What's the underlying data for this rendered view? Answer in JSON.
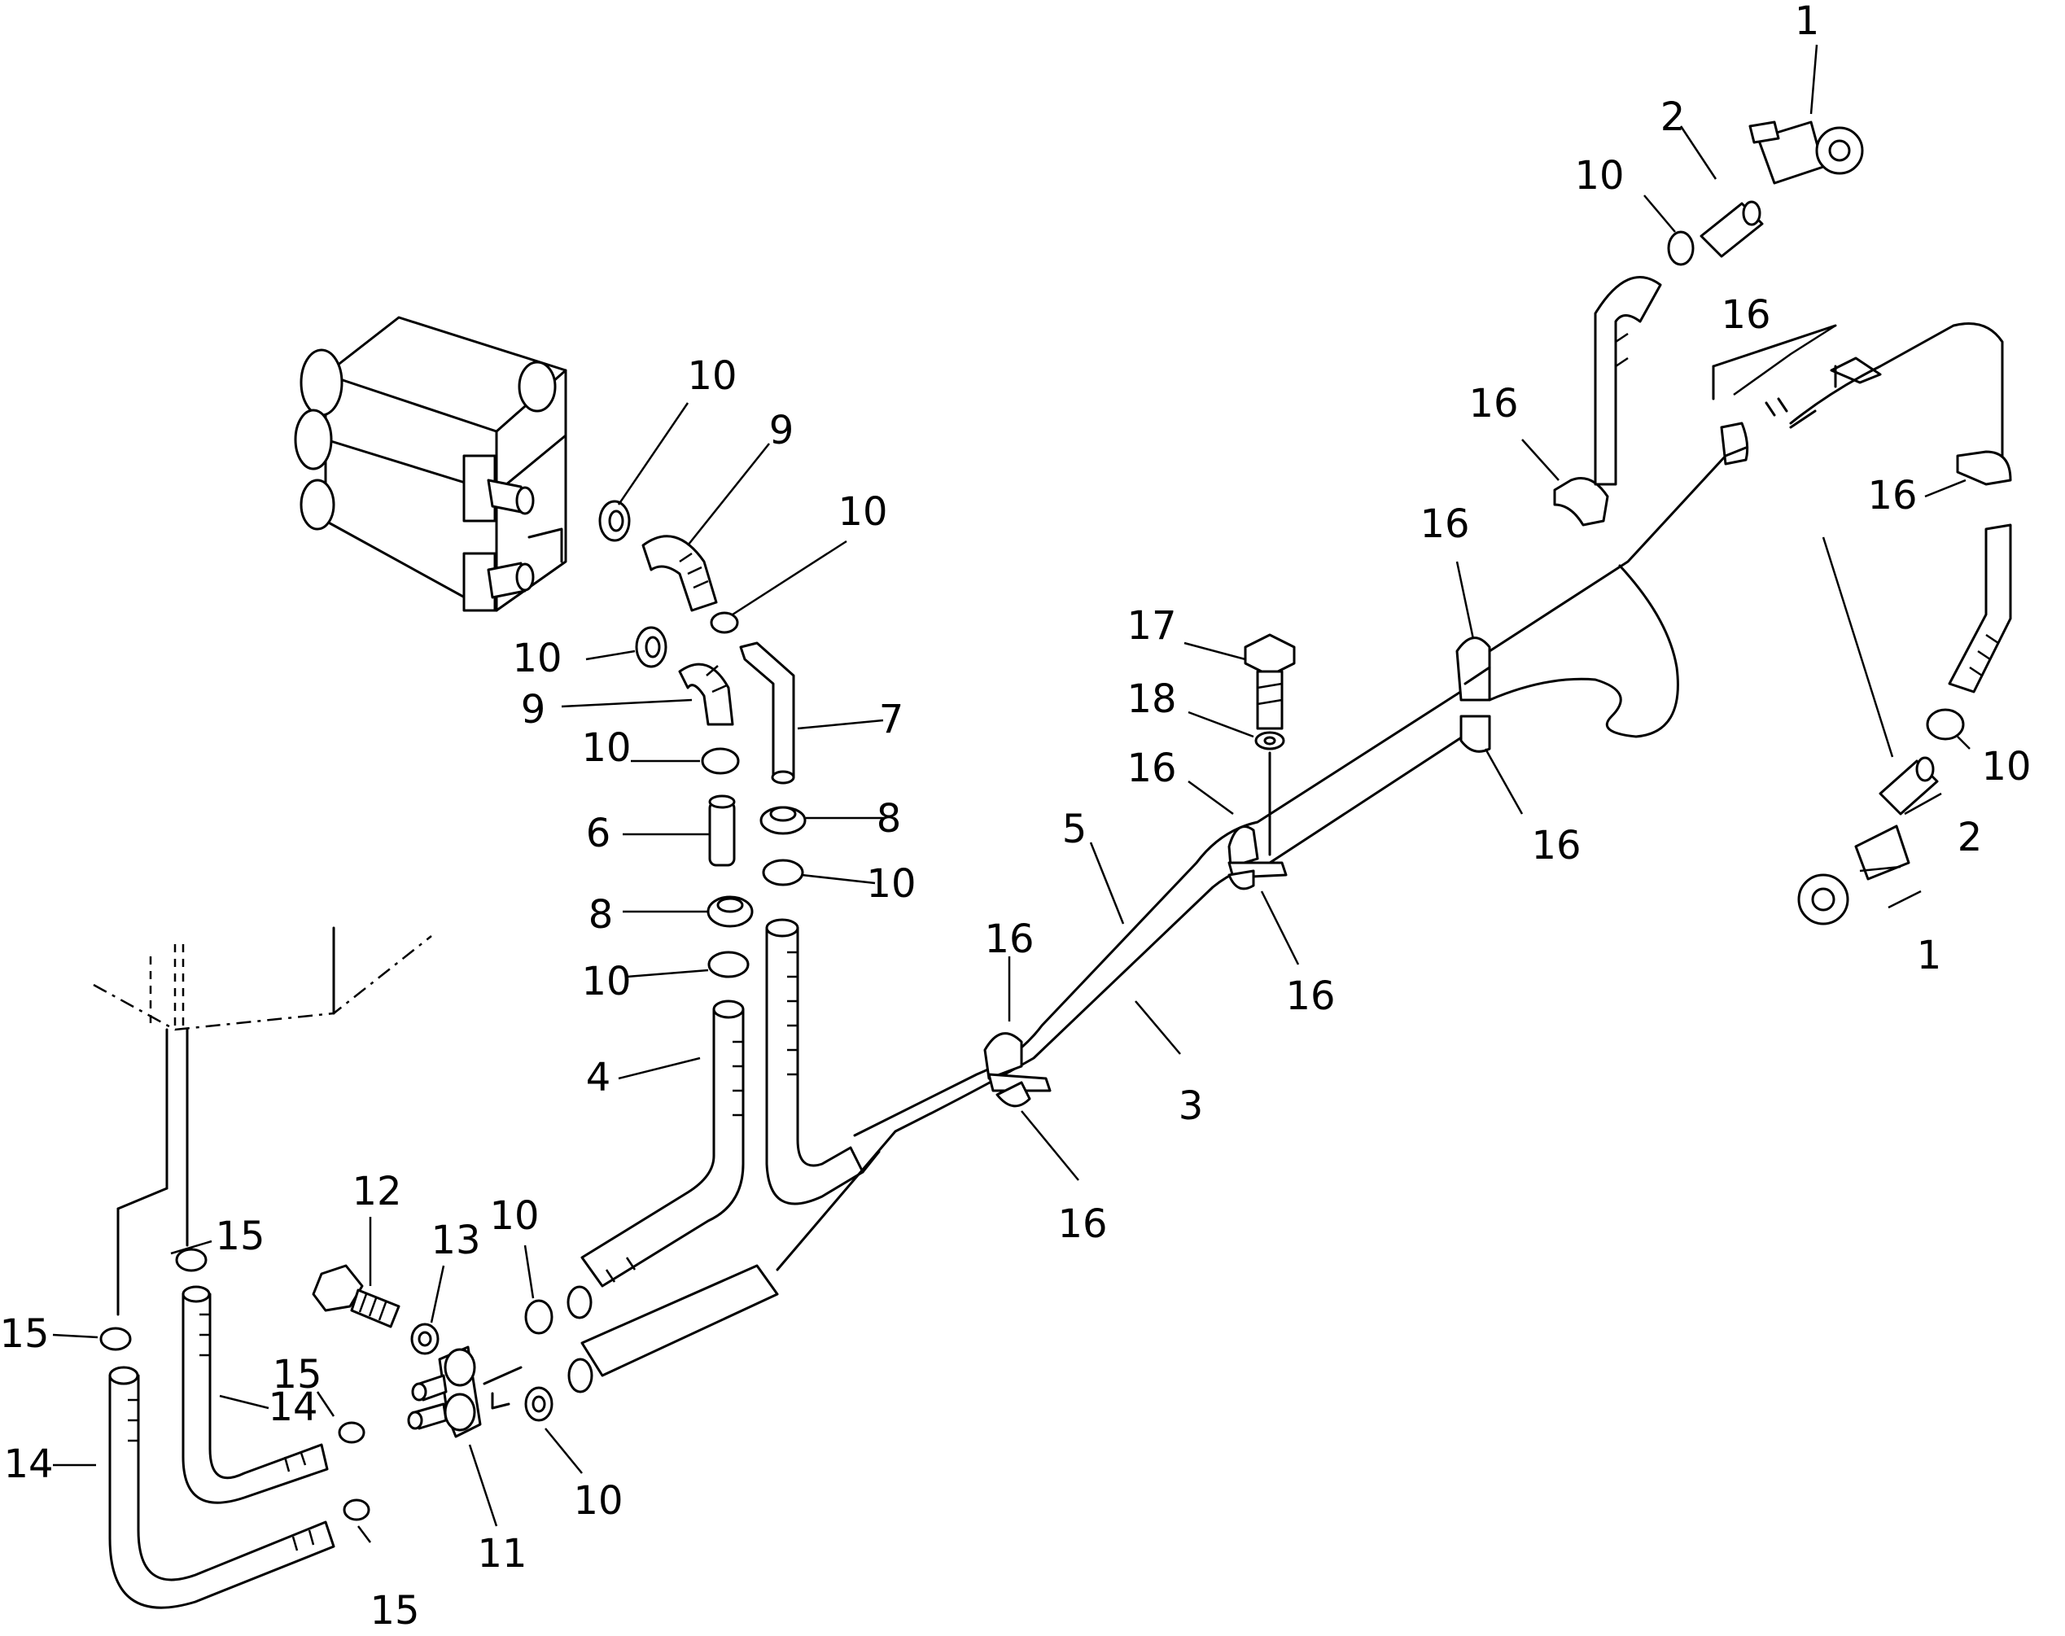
{
  "diagram": {
    "callouts": {
      "c1a": "1",
      "c1b": "1",
      "c2a": "2",
      "c2b": "2",
      "c3": "3",
      "c4": "4",
      "c5": "5",
      "c6": "6",
      "c7": "7",
      "c8a": "8",
      "c8b": "8",
      "c9a": "9",
      "c9b": "9",
      "c10a": "10",
      "c10b": "10",
      "c10c": "10",
      "c10d": "10",
      "c10e": "10",
      "c10f": "10",
      "c10g": "10",
      "c10h": "10",
      "c10i": "10",
      "c10j": "10",
      "c11": "11",
      "c12": "12",
      "c13": "13",
      "c14a": "14",
      "c14b": "14",
      "c15a": "15",
      "c15b": "15",
      "c15c": "15",
      "c15d": "15",
      "c16a": "16",
      "c16b": "16",
      "c16c": "16",
      "c16d": "16",
      "c16e": "16",
      "c16f": "16",
      "c16g": "16",
      "c16h": "16",
      "c16i": "16",
      "c17": "17",
      "c18": "18"
    }
  }
}
